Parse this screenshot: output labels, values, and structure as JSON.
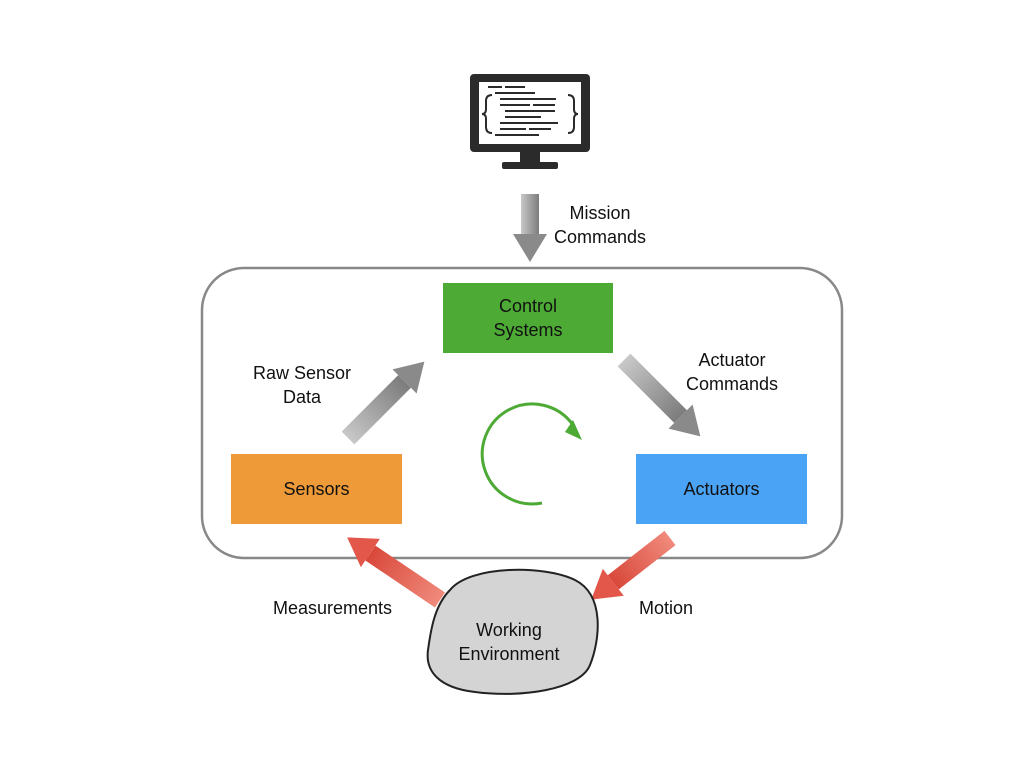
{
  "diagram": {
    "colors": {
      "control": "#4daa35",
      "sensors": "#ee9a38",
      "actuators": "#4aa3f5",
      "environment": "#d4d4d4",
      "gray_arrow": "#9a9a9a",
      "red_arrow": "#e2574a",
      "cycle": "#4daa35",
      "frame": "#888888"
    },
    "nodes": {
      "control": {
        "line1": "Control",
        "line2": "Systems"
      },
      "sensors": {
        "label": "Sensors"
      },
      "actuators": {
        "label": "Actuators"
      },
      "environment": {
        "line1": "Working",
        "line2": "Environment"
      }
    },
    "edges": {
      "mission": {
        "line1": "Mission",
        "line2": "Commands"
      },
      "raw_sensor": {
        "line1": "Raw Sensor",
        "line2": "Data"
      },
      "actuator_cmd": {
        "line1": "Actuator",
        "line2": "Commands"
      },
      "measurements": {
        "label": "Measurements"
      },
      "motion": {
        "label": "Motion"
      }
    },
    "icons": {
      "computer": "monitor-code-icon",
      "cycle": "cycle-arrow-icon"
    }
  }
}
